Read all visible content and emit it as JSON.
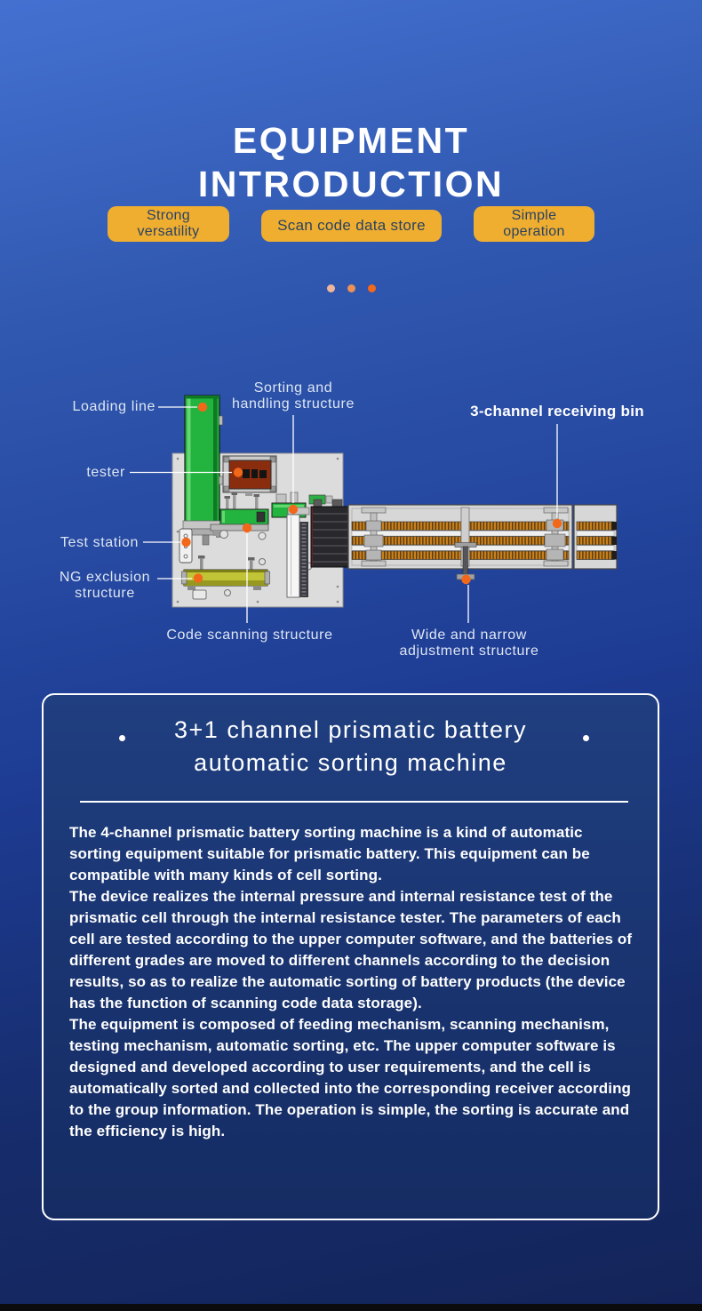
{
  "header": {
    "title_lines": [
      "EQUIPMENT",
      "INTRODUCTION"
    ]
  },
  "feature_buttons": [
    {
      "line1": "Strong",
      "line2": "versatility"
    },
    {
      "line1": "Scan code data store",
      "line2": ""
    },
    {
      "line1": "Simple",
      "line2": "operation"
    }
  ],
  "carousel": {
    "dots": [
      {
        "color": "#f1b59b"
      },
      {
        "color": "#ed9157"
      },
      {
        "color": "#f2691c"
      }
    ]
  },
  "diagram": {
    "labels": {
      "loading_line": "Loading line",
      "sorting": [
        "Sorting and",
        "handling structure"
      ],
      "receiving_bin": "3-channel receiving bin",
      "tester": "tester",
      "test_station": "Test station",
      "ng": [
        "NG exclusion",
        "structure"
      ],
      "code_scanning": "Code scanning structure",
      "wide_narrow": [
        "Wide and narrow",
        "adjustment structure"
      ]
    }
  },
  "card": {
    "title_lines": [
      "3+1 channel prismatic battery",
      "automatic sorting machine"
    ],
    "paragraphs": [
      "The 4-channel prismatic battery sorting machine is a kind of automatic sorting equipment suitable for prismatic battery. This equipment can be compatible with many kinds of cell sorting.",
      "The device realizes the internal pressure and internal resistance test of the prismatic cell through the internal resistance tester. The parameters of each cell are tested according to the upper computer software, and the batteries of different grades are moved to different channels according to the decision results, so as to realize the automatic sorting of battery products (the device has the function of scanning code data storage).",
      "The equipment is composed of feeding mechanism, scanning mechanism, testing mechanism, automatic sorting, etc. The upper computer software is designed and developed according to user requirements, and the cell is automatically sorted and collected into the corresponding receiver according to the group information. The operation is simple, the sorting is accurate and the efficiency is high."
    ]
  },
  "colors": {
    "accent_orange": "#f2681b",
    "button_yellow": "#efae2f",
    "button_text": "#2a4263",
    "machine_green": "#22b43e",
    "track_amber": "#c9821e",
    "tester_brown": "#8a2c0e",
    "ng_yellow": "#c2c437",
    "card_background": "#1a3572",
    "page_top_blue": "#4471d1",
    "page_bottom_blue": "#142459"
  }
}
